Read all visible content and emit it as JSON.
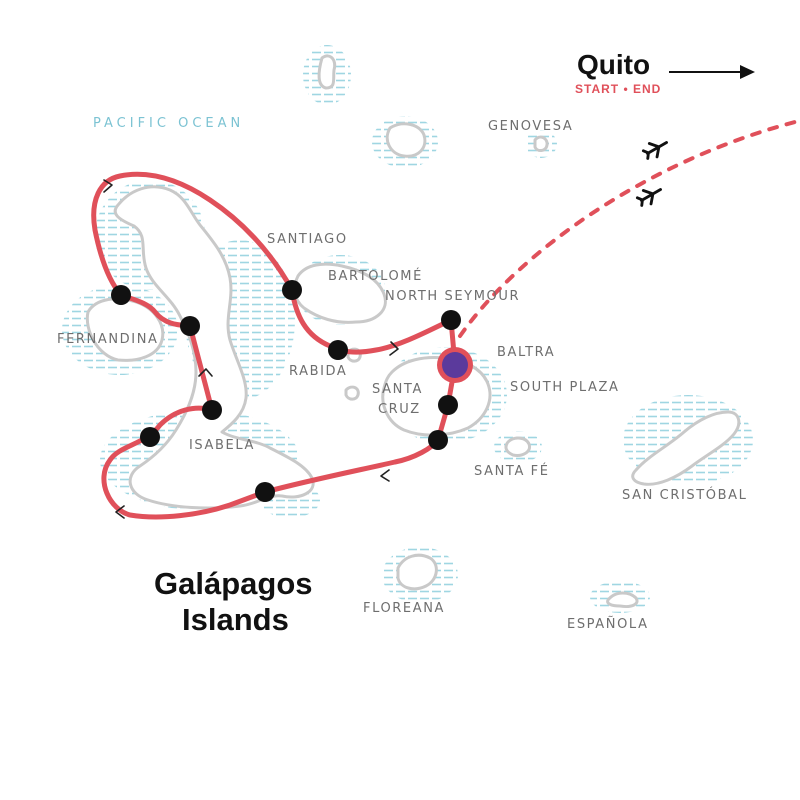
{
  "map": {
    "title_line1": "Galápagos",
    "title_line2": "Islands",
    "ocean_label": "PACIFIC OCEAN",
    "origin": {
      "city": "Quito",
      "tag": "START • END"
    },
    "islands": {
      "genovesa": "GENOVESA",
      "santiago": "SANTIAGO",
      "bartolome": "BARTOLOMÉ",
      "north_seymour": "NORTH SEYMOUR",
      "baltra": "BALTRA",
      "south_plaza": "SOUTH PLAZA",
      "santa_cruz_line1": "SANTA",
      "santa_cruz_line2": "CRUZ",
      "fernandina": "FERNANDINA",
      "rabida": "RABIDA",
      "isabela": "ISABELA",
      "santa_fe": "SANTA FÉ",
      "san_cristobal": "SAN CRISTÓBAL",
      "floreana": "FLOREANA",
      "espanola": "ESPAÑOLA"
    },
    "colors": {
      "route": "#e0505a",
      "start_marker": "#5b3a9c",
      "stop": "#111111",
      "water_lines": "#9fd6e2",
      "island_outline": "#c9c9c9"
    },
    "icons": [
      "airplane-icon",
      "arrow-right-icon"
    ]
  }
}
